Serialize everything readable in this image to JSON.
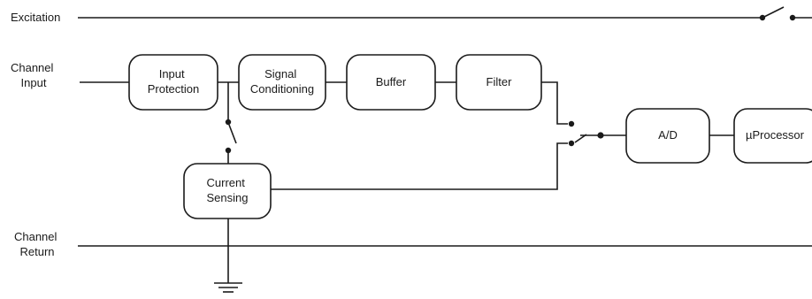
{
  "labels": {
    "excitation": "Excitation",
    "channel_input": [
      "Channel",
      "Input"
    ],
    "channel_return": [
      "Channel",
      "Return"
    ]
  },
  "blocks": {
    "input_protection": [
      "Input",
      "Protection"
    ],
    "signal_conditioning": [
      "Signal",
      "Conditioning"
    ],
    "buffer": "Buffer",
    "filter": "Filter",
    "current_sensing": [
      "Current",
      "Sensing"
    ],
    "ad": "A/D",
    "processor": "µProcessor"
  },
  "colors": {
    "line": "#1a1a1a",
    "background": "#ffffff"
  },
  "icons": [
    "switch-icon",
    "ground-icon"
  ]
}
